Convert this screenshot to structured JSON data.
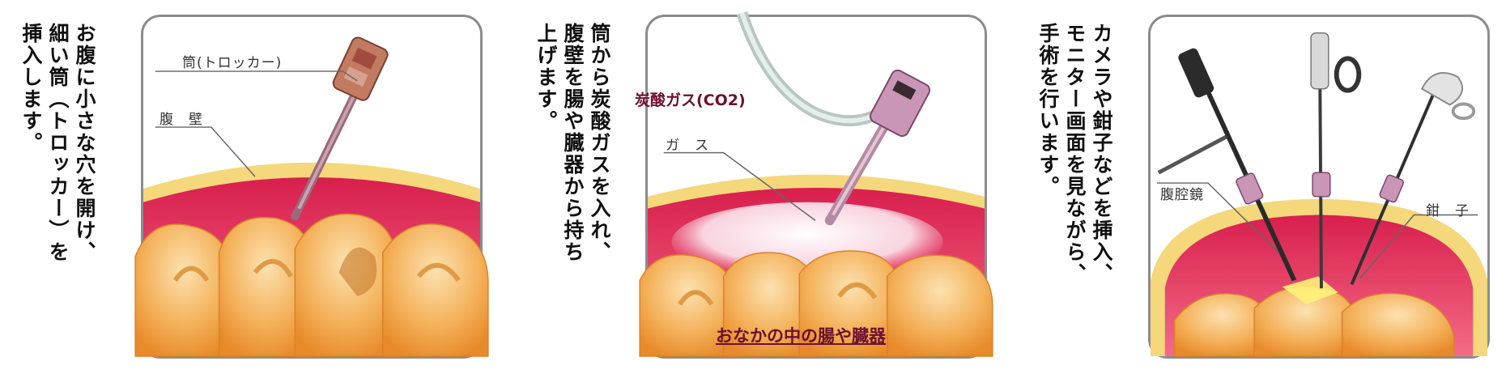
{
  "panels": [
    {
      "text": "お腹に小さな穴を開け、\n細い筒（トロッカー）を\n挿入します。",
      "labels": {
        "tube": "筒(トロッカー)",
        "wall": "腹　壁"
      }
    },
    {
      "text": "筒から炭酸ガスを入れ、\n腹壁を腸や臓器から持ち\n上げます。",
      "labels": {
        "co2": "炭酸ガス(CO2)",
        "gas": "ガ　ス"
      },
      "caption": "おなかの中の腸や臓器"
    },
    {
      "text": "カメラや鉗子などを挿入、\nモニター画面を見ながら、\n手術を行います。",
      "labels": {
        "scope": "腹腔鏡",
        "forceps": "鉗　子"
      }
    }
  ],
  "colors": {
    "panel_border": "#8c8c8c",
    "fat_layer": "#f5d77c",
    "muscle_layer": "#e8305a",
    "intestine": "#f2a94a",
    "label_accent": "#6b1030"
  }
}
